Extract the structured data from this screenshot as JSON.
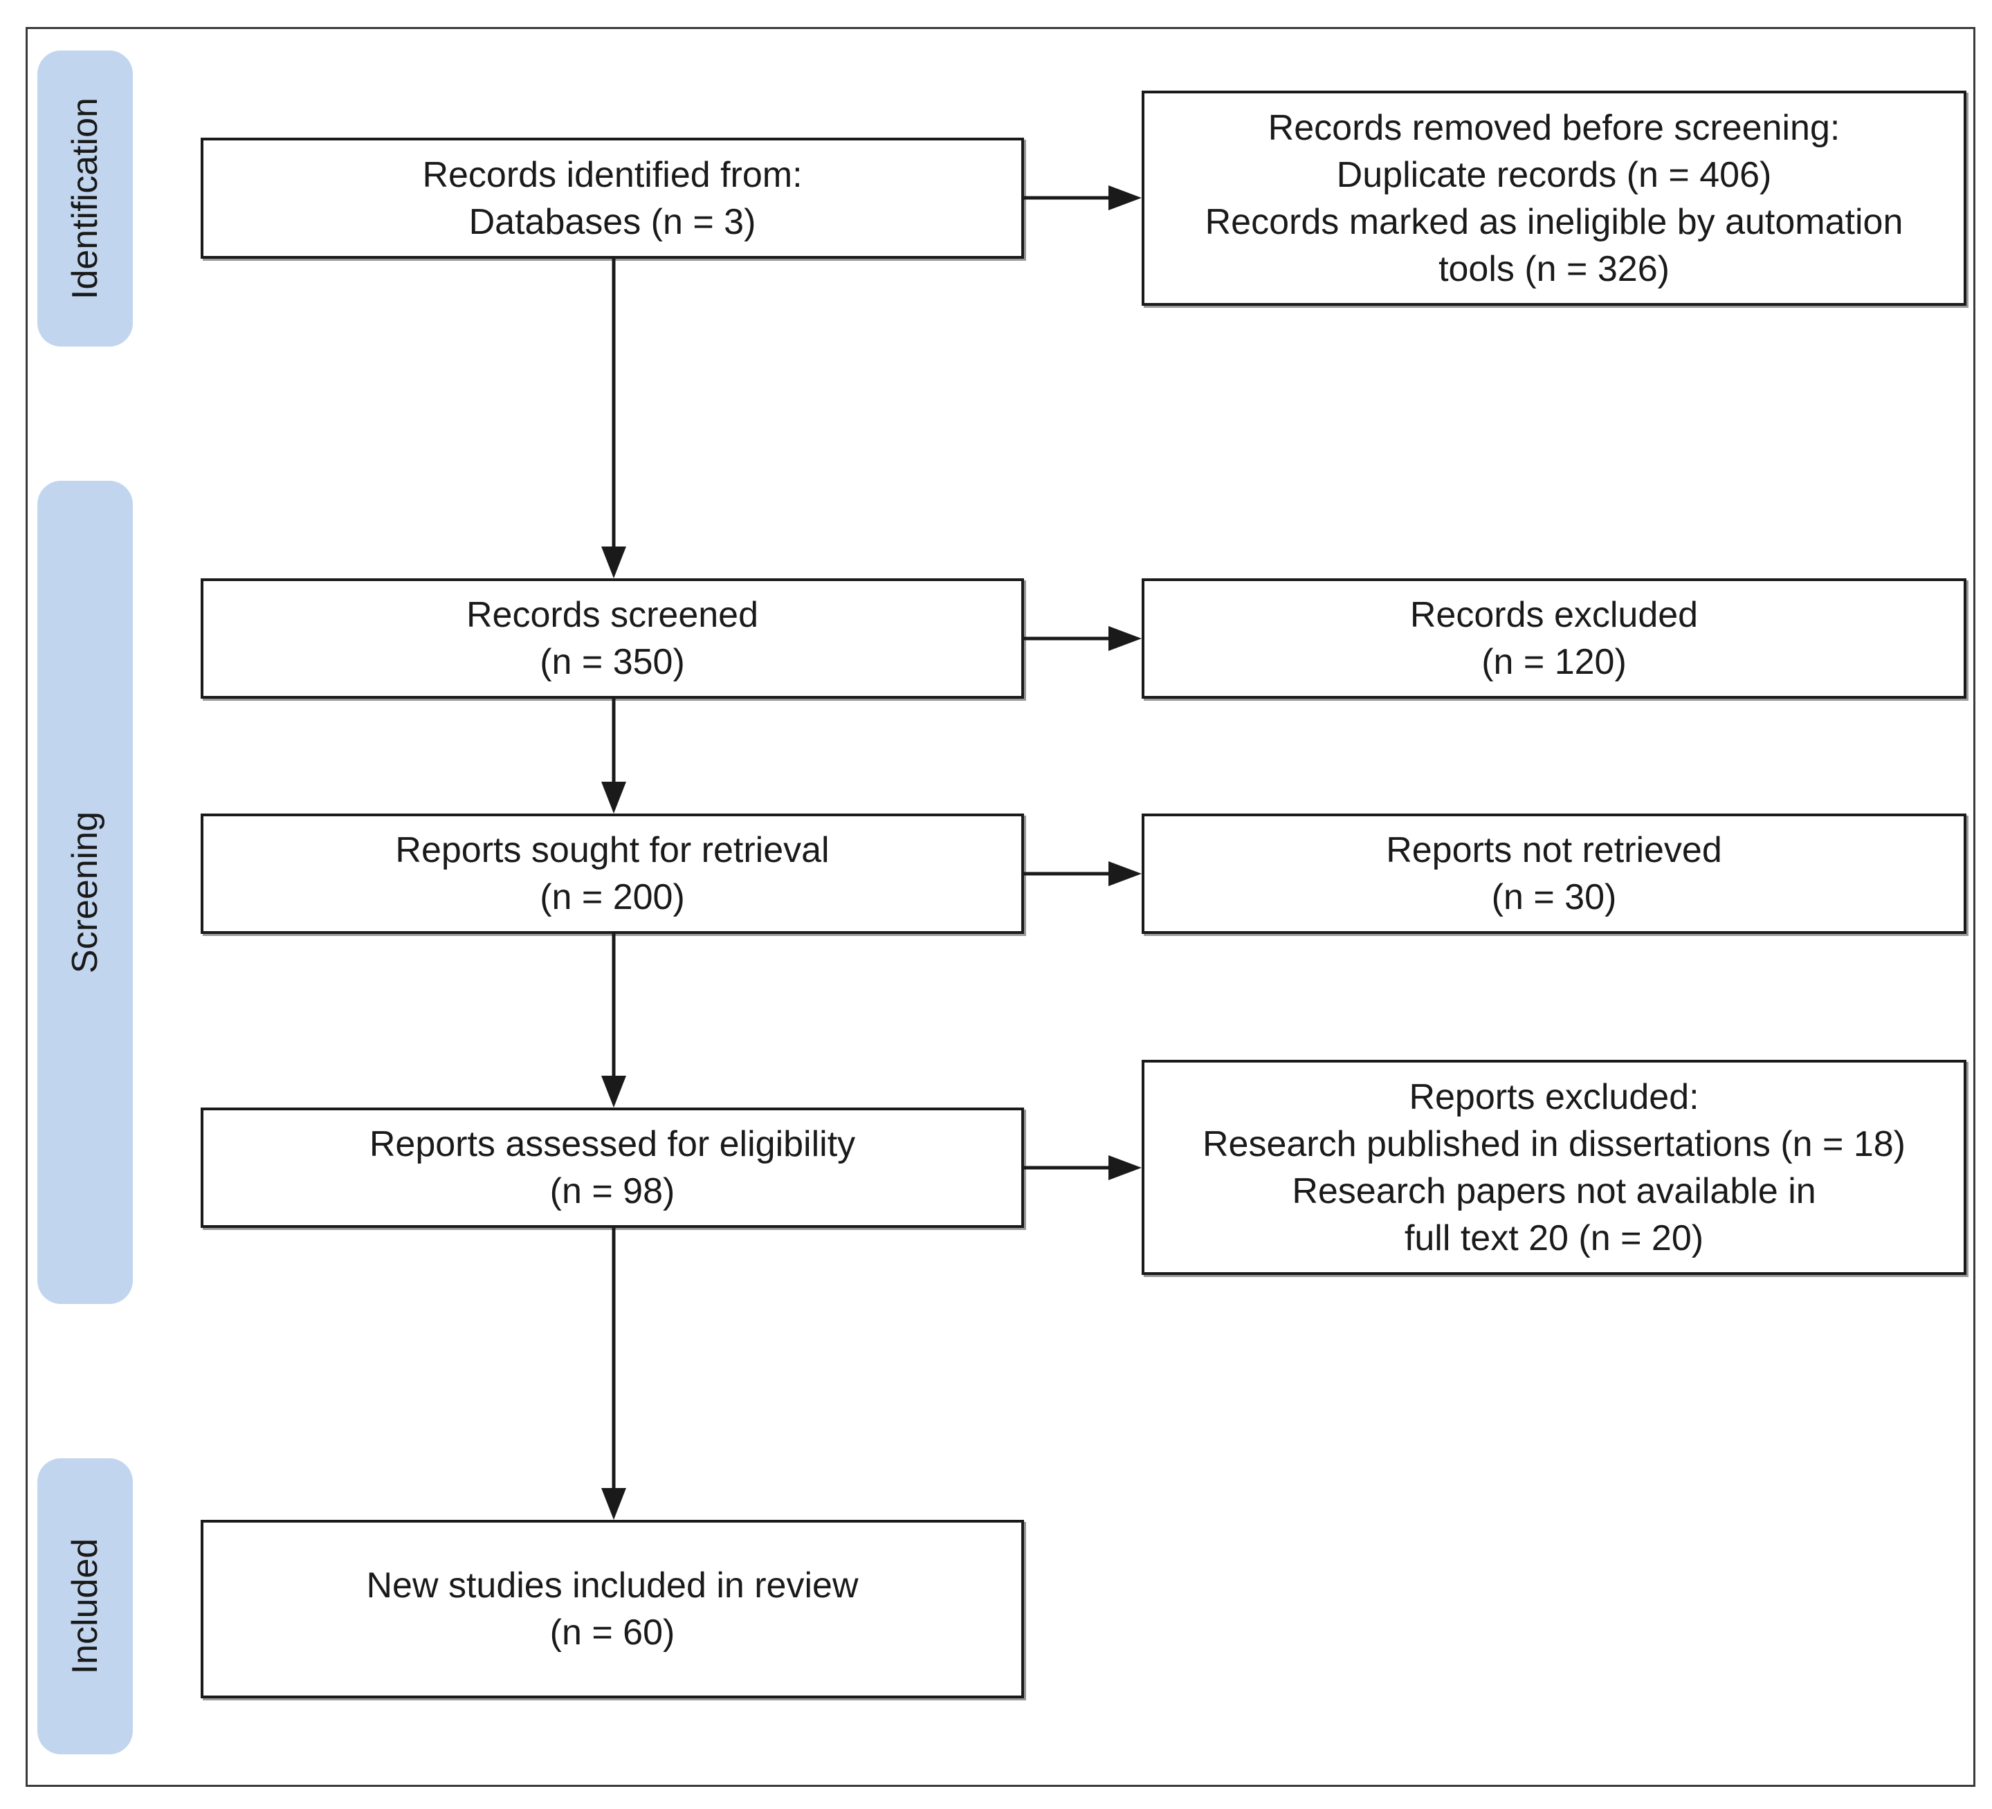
{
  "phases": {
    "identification": "Identification",
    "screening": "Screening",
    "included": "Included"
  },
  "boxes": {
    "identified": {
      "lines": [
        "Records identified from:",
        "Databases (n = 3)"
      ]
    },
    "removed": {
      "lines": [
        "Records removed before screening:",
        "Duplicate records (n = 406)",
        "Records marked as ineligible by automation",
        "tools (n = 326)"
      ]
    },
    "screened": {
      "lines": [
        "Records screened",
        "(n = 350)"
      ]
    },
    "excluded": {
      "lines": [
        "Records excluded",
        "(n = 120)"
      ]
    },
    "sought": {
      "lines": [
        "Reports sought for retrieval",
        "(n = 200)"
      ]
    },
    "not_retrieved": {
      "lines": [
        "Reports not retrieved",
        "(n = 30)"
      ]
    },
    "assessed": {
      "lines": [
        "Reports assessed for eligibility",
        "(n = 98)"
      ]
    },
    "reports_excluded": {
      "lines": [
        "Reports excluded:",
        "Research published in dissertations (n = 18)",
        "Research papers not available in",
        "full text 20 (n = 20)"
      ]
    },
    "included": {
      "lines": [
        "New studies included in review",
        "(n = 60)"
      ]
    }
  },
  "colors": {
    "phase_fill": "#c2d5ef",
    "box_border": "#1a1a1a",
    "arrow": "#1a1a1a"
  }
}
